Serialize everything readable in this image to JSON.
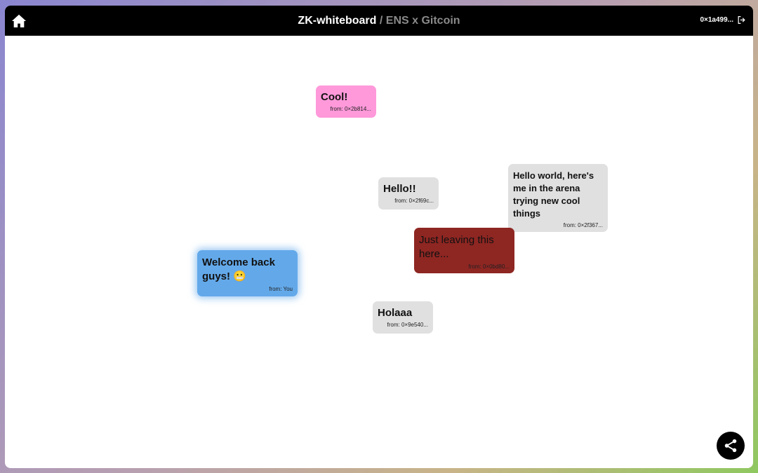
{
  "header": {
    "brand": "ZK-whiteboard",
    "separator": " / ",
    "board": "ENS x Gitcoin",
    "account": "0×1a499..."
  },
  "notes": [
    {
      "text": "Cool!",
      "from": "from: 0×2b814...",
      "color": "#ff99da"
    },
    {
      "text": "Hello!!",
      "from": "from: 0×2f69c...",
      "color": "#e0e0e0"
    },
    {
      "text": "Hello world, here's me in the arena trying new cool things",
      "from": "from: 0×2f367...",
      "color": "#e0e0e0"
    },
    {
      "text": "Just leaving this here...",
      "from": "from: 0×0bd80...",
      "color": "#8e2622"
    },
    {
      "text": "Welcome back guys! 😬",
      "from": "from: You",
      "color": "#63a9ea"
    },
    {
      "text": "Holaaa",
      "from": "from: 0×9e540...",
      "color": "#e0e0e0"
    }
  ]
}
